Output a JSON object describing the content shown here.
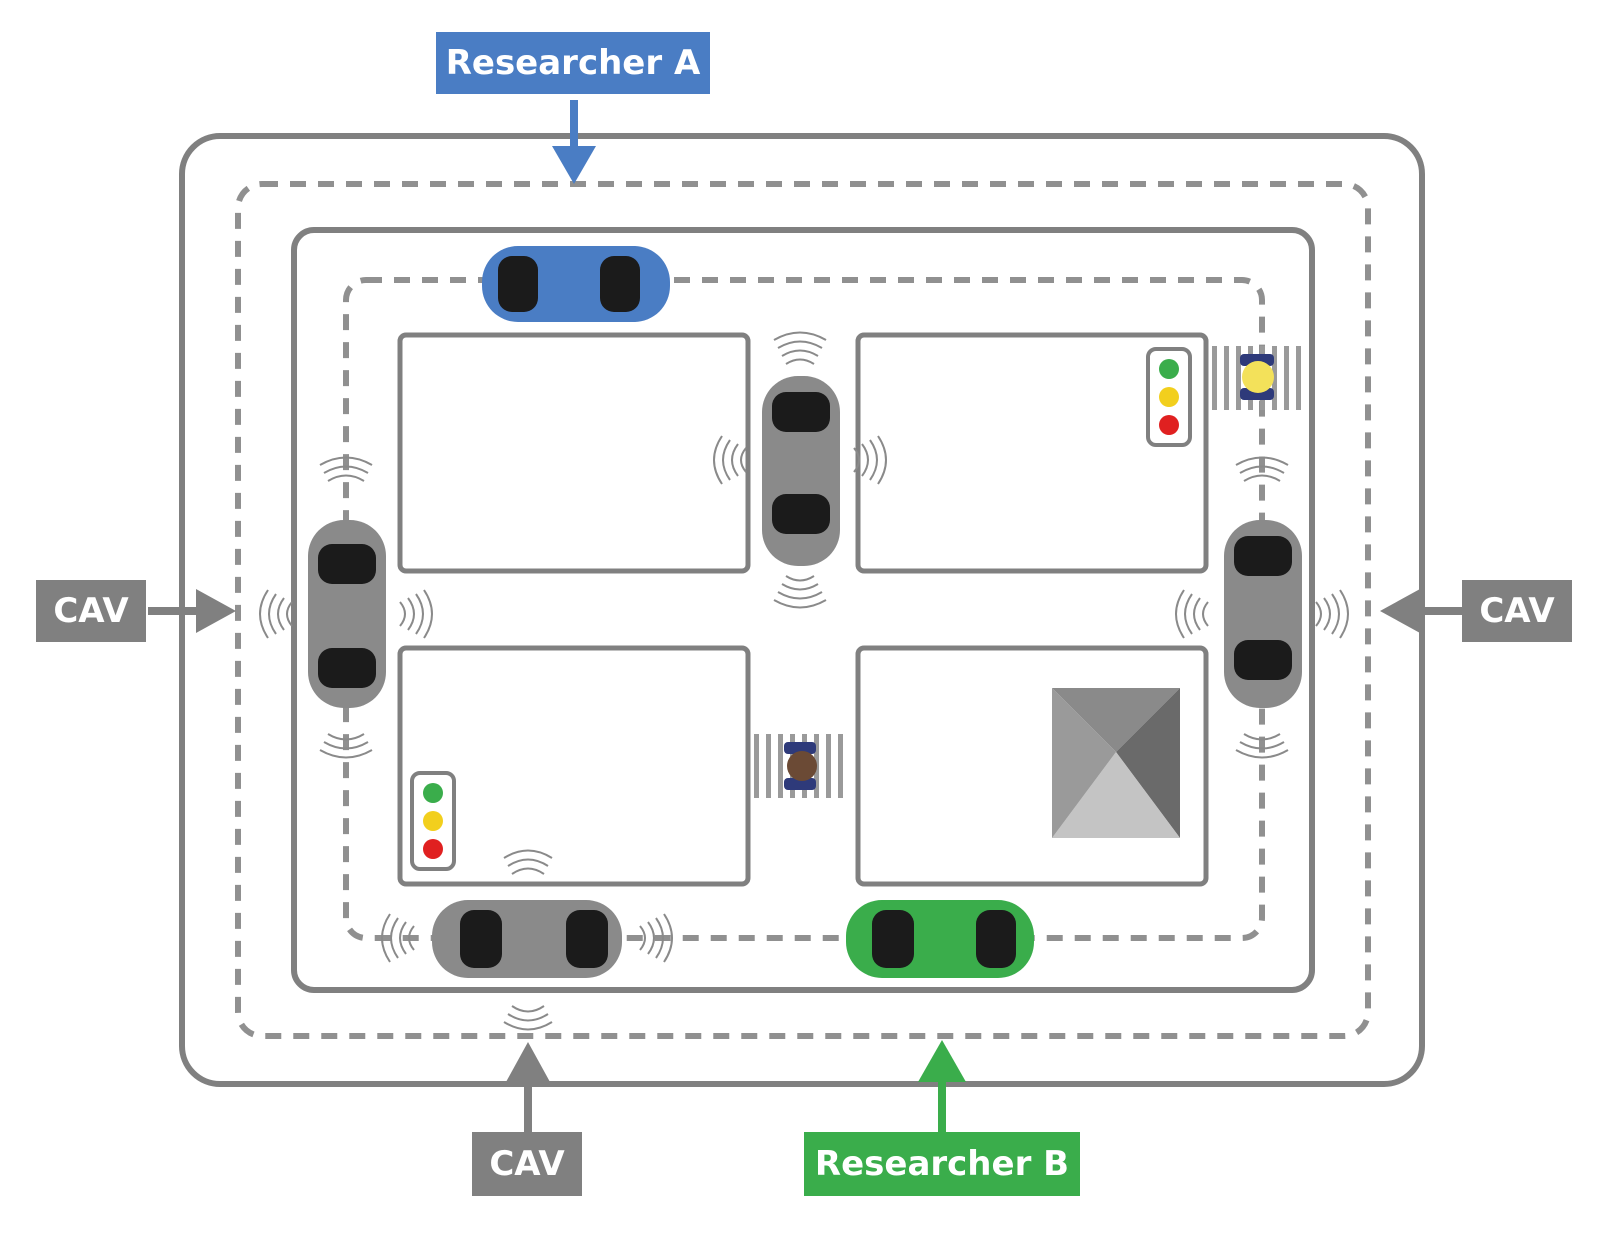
{
  "labels": {
    "researcher_a": "Researcher A",
    "researcher_b": "Researcher B",
    "cav_left": "CAV",
    "cav_right": "CAV",
    "cav_bottom": "CAV"
  },
  "colors": {
    "researcher_a": "#4a7dc4",
    "researcher_b": "#3aad4b",
    "cav": "#808080",
    "road": "#808080",
    "dashed_path": "#909090",
    "car_gray": "#8a8a8a",
    "car_blue": "#4a7dc4",
    "car_green": "#3aad4b",
    "windshield": "#1b1b1b",
    "light_green": "#3aad4b",
    "light_yellow": "#f2cf1d",
    "light_red": "#e02020"
  },
  "cars": [
    {
      "name": "blue-car",
      "color": "car_blue",
      "orientation": "horizontal"
    },
    {
      "name": "gray-car-top-center",
      "color": "car_gray",
      "orientation": "vertical"
    },
    {
      "name": "gray-car-left",
      "color": "car_gray",
      "orientation": "vertical"
    },
    {
      "name": "gray-car-right",
      "color": "car_gray",
      "orientation": "vertical"
    },
    {
      "name": "gray-car-bottom-left",
      "color": "car_gray",
      "orientation": "horizontal"
    },
    {
      "name": "green-car",
      "color": "car_green",
      "orientation": "horizontal"
    }
  ]
}
